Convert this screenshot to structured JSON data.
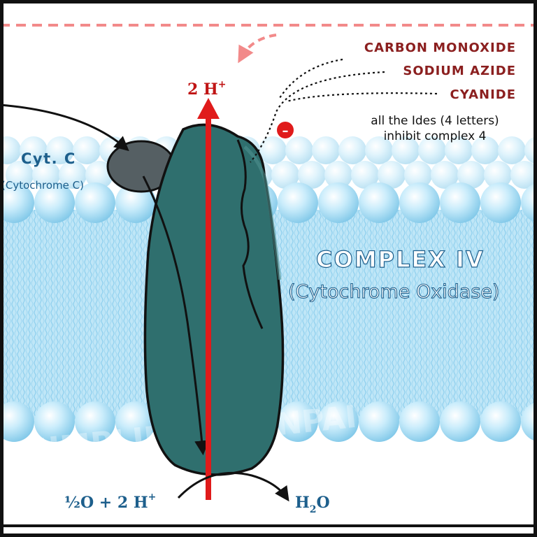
{
  "proton_label": {
    "main": "2 H",
    "sup": "+"
  },
  "inhibitors": {
    "items": [
      "CARBON MONOXIDE",
      "SODIUM AZIDE",
      "CYANIDE"
    ],
    "note_line1": "all the Ides (4 letters)",
    "note_line2": "inhibit complex 4",
    "inhibition_symbol": "–"
  },
  "cytochrome_c": {
    "title": "Cyt. C",
    "subtitle": "(Cytochrome C)"
  },
  "complex": {
    "title": "COMPLEX IV",
    "subtitle": "(Cytochrome Oxidase)"
  },
  "reaction": {
    "reactant_main": "½O + 2 H",
    "reactant_sup": "+",
    "product_main": "H",
    "product_sub": "2",
    "product_tail": "O"
  },
  "watermark": "SIMPLIFIED SENPAI",
  "colors": {
    "frame": "#111111",
    "lipid_head": "#a9dcf3",
    "lipid_tail": "#bfe6f7",
    "protein": "#2f6f6e",
    "cytc": "#555f63",
    "proton_arrow": "#e01b1b",
    "inhibitor_text": "#8b1f1f",
    "label_blue": "#1d5f8c",
    "dashed_pink": "#f28a8a"
  }
}
